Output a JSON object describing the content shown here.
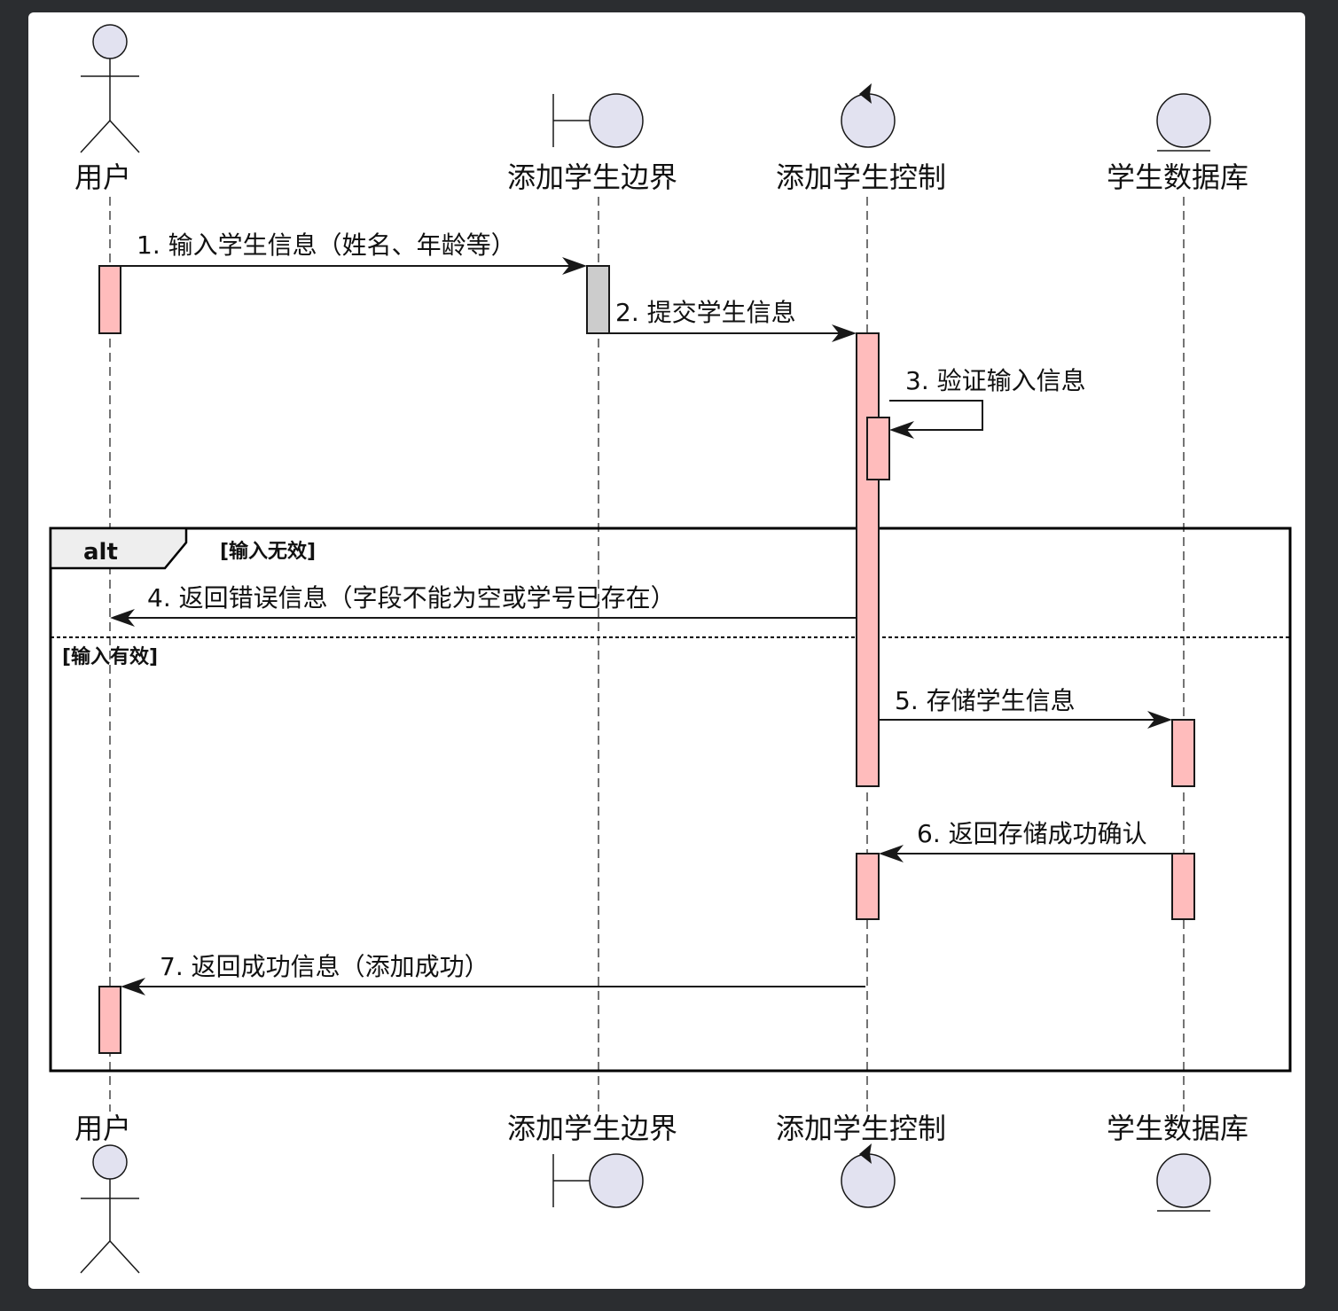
{
  "participants": [
    {
      "key": "user",
      "name": "用户",
      "kind": "actor"
    },
    {
      "key": "boundary",
      "name": "添加学生边界",
      "kind": "boundary"
    },
    {
      "key": "control",
      "name": "添加学生控制",
      "kind": "control"
    },
    {
      "key": "database",
      "name": "学生数据库",
      "kind": "entity"
    }
  ],
  "messages": [
    {
      "label": "1. 输入学生信息（姓名、年龄等）",
      "from": "user",
      "to": "boundary"
    },
    {
      "label": "2. 提交学生信息",
      "from": "boundary",
      "to": "control"
    },
    {
      "label": "3. 验证输入信息",
      "from": "control",
      "to": "control"
    },
    {
      "label": "4. 返回错误信息（字段不能为空或学号已存在）",
      "from": "control",
      "to": "user"
    },
    {
      "label": "5. 存储学生信息",
      "from": "control",
      "to": "database"
    },
    {
      "label": "6. 返回存储成功确认",
      "from": "database",
      "to": "control"
    },
    {
      "label": "7. 返回成功信息（添加成功）",
      "from": "control",
      "to": "user"
    }
  ],
  "fragment": {
    "operator": "alt",
    "guards": [
      "[输入无效]",
      "[输入有效]"
    ]
  },
  "colors": {
    "page_background": "#2b2d30",
    "canvas": "#ffffff",
    "participant_fill": "#e2e2f0",
    "activation_fill": "#ffbcbc",
    "boundary_activation_fill": "#cccccc",
    "line": "#181818"
  }
}
